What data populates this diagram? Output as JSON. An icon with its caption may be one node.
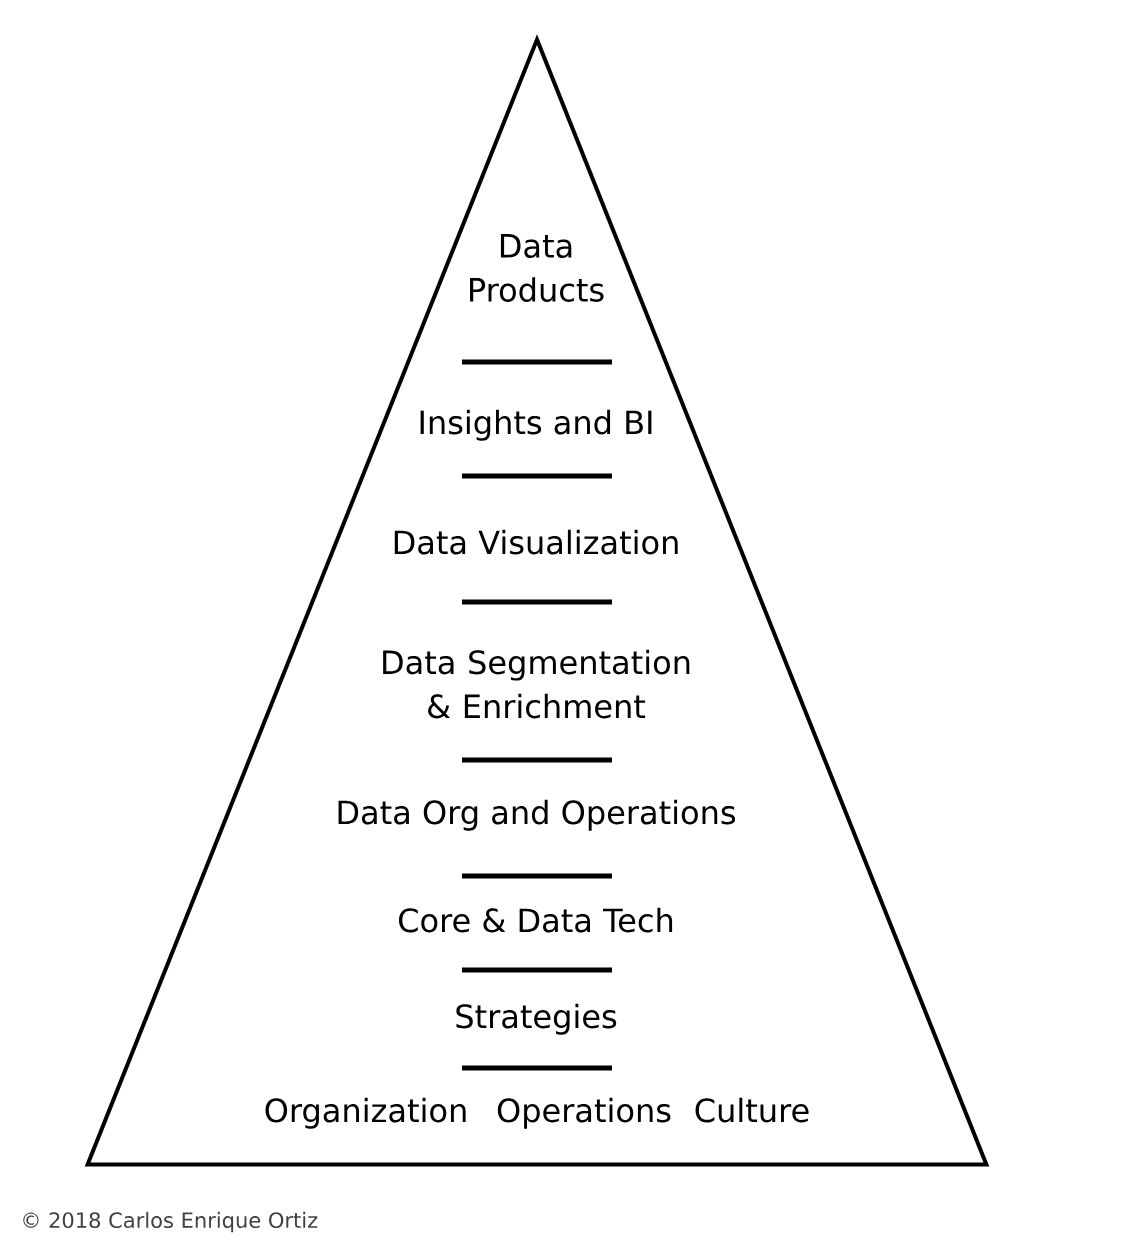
{
  "diagram": {
    "nodes": [
      {
        "text": [
          "Data Products",
          "Insights and BI",
          "Data Visualization",
          "Data Segmentation & Enrichment",
          "Data Org and Operations",
          "Core & Data Tech",
          "Strategies",
          "Organization",
          "Operations",
          "Culture"
        ]
      }
    ],
    "labels": [
      "© 2018 Carlos Enrique Ortiz"
    ]
  }
}
